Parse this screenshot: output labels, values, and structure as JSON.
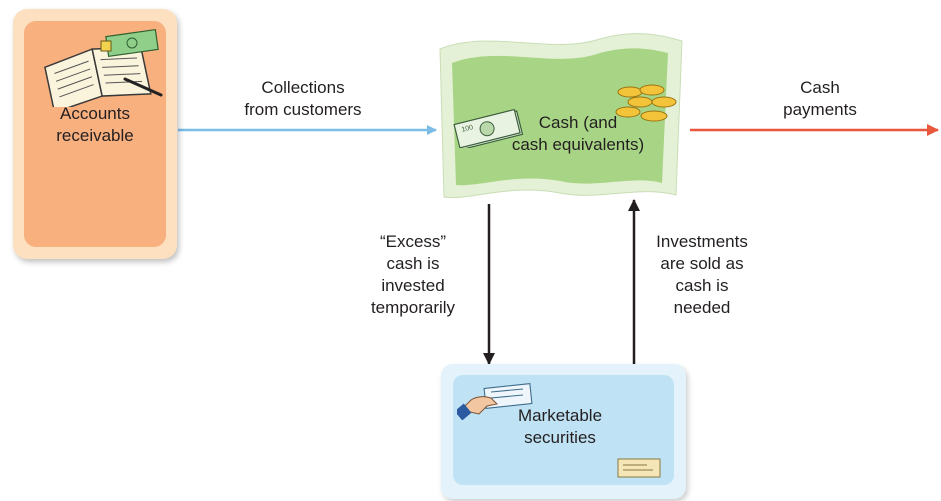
{
  "nodes": {
    "accounts_receivable": {
      "label": "Accounts\nreceivable",
      "fill": "#f9b07f",
      "frame": "#fde0bf"
    },
    "cash": {
      "label": "Cash (and\ncash equivalents)",
      "fill": "#a8d585",
      "frame": "#e4f1d6"
    },
    "marketable_securities": {
      "label": "Marketable\nsecurities",
      "fill": "#bfe3f5",
      "frame": "#e3f2fb"
    }
  },
  "flows": {
    "collections": {
      "label": "Collections\nfrom customers",
      "color": "#7bbde7"
    },
    "cash_payments": {
      "label": "Cash\npayments",
      "color": "#e8573b"
    },
    "excess_invested": {
      "label": "“Excess”\ncash is\ninvested\ntemporarily",
      "color": "#231f20"
    },
    "investments_sold": {
      "label": "Investments\nare sold as\ncash is\nneeded",
      "color": "#231f20"
    }
  },
  "icons": {
    "accounts_receivable": "ledger-book-icon",
    "cash_bills": "dollar-bills-icon",
    "cash_coins": "gold-coins-icon",
    "securities_hand": "hand-with-certificate-icon",
    "securities_check": "check-icon"
  }
}
